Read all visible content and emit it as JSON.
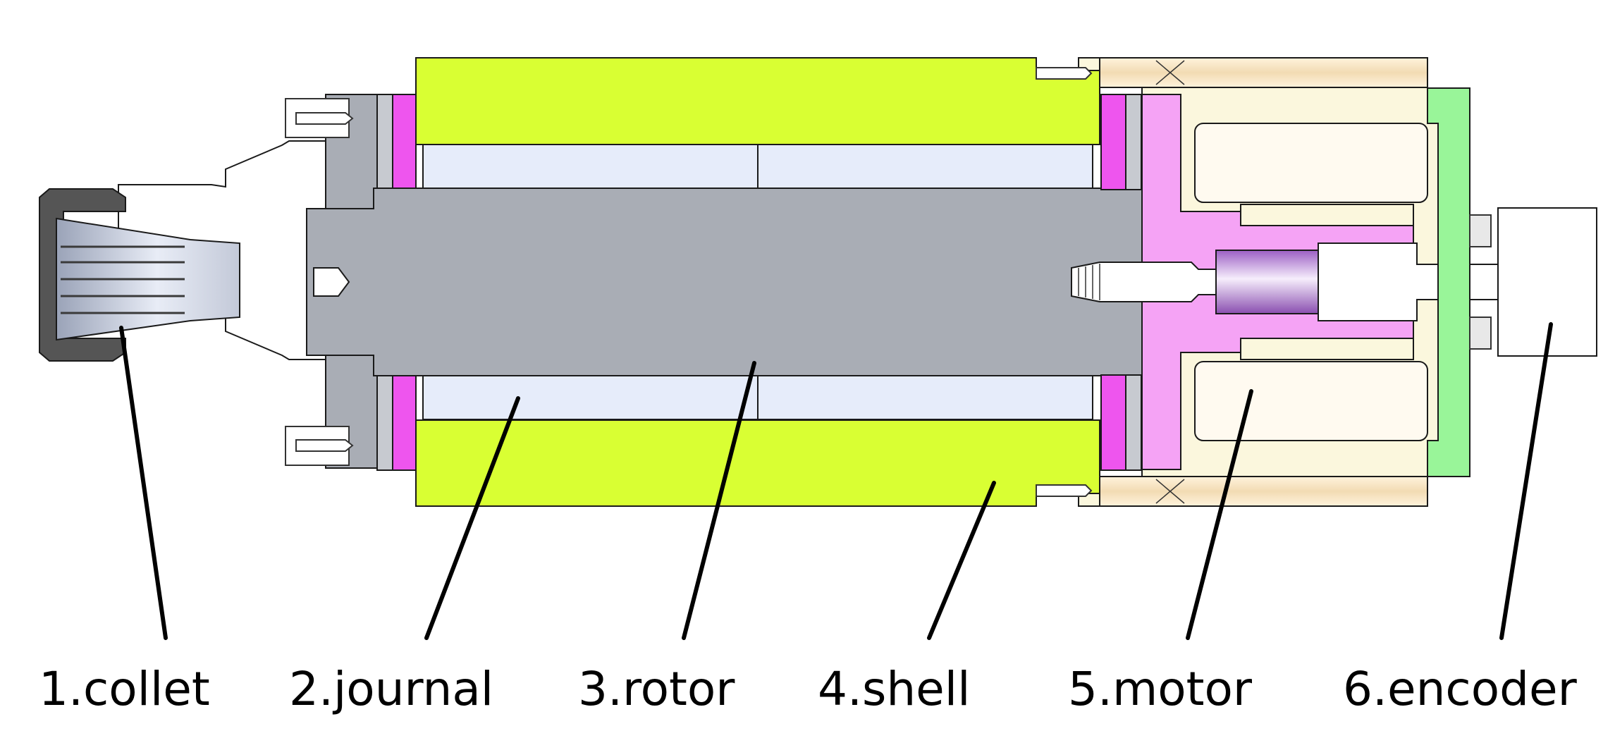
{
  "labels": [
    {
      "id": "collet",
      "text": "1.collet"
    },
    {
      "id": "journal",
      "text": "2.journal"
    },
    {
      "id": "rotor",
      "text": "3.rotor"
    },
    {
      "id": "shell",
      "text": "4.shell"
    },
    {
      "id": "motor",
      "text": "5.motor"
    },
    {
      "id": "encoder",
      "text": "6.encoder"
    }
  ],
  "colors": {
    "shell": "#d9ff33",
    "rotor": "#a9adb5",
    "journal": "#e6ecfa",
    "thrust_plate": "#ee55ee",
    "motor_hub": "#f5a3f5",
    "housing": "#fbf7dd",
    "encoder_cover": "#99f599",
    "collet_nut": "#555555"
  }
}
